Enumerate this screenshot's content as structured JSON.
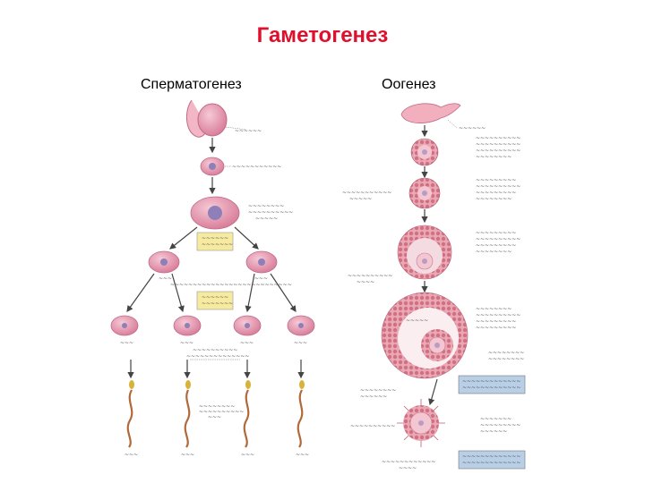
{
  "title": "Гаметогенез",
  "columns": {
    "spermatogenesis": "Сперматогенез",
    "oogenesis": "Оогенез"
  },
  "colors": {
    "title": "#e0102c",
    "cell": "#e7a4b8",
    "nucleus": "#8f7fb8",
    "follicle": "#d26f82",
    "sperm_tail": "#b06a3a",
    "sperm_head": "#d9b23a",
    "box_yellow": "#f6eaa0",
    "box_blue": "#b9cfe6"
  }
}
